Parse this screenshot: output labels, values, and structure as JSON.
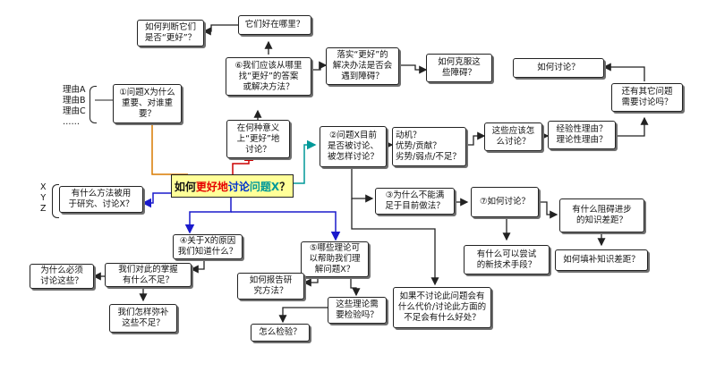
{
  "center": {
    "part1": "如何",
    "part2": "更好地",
    "part3": "讨论",
    "part4": "问题X",
    "part5": "？"
  },
  "nodes": {
    "judge": "如何判断它们\n是否“更好”？",
    "where_better": "它们好在哪里？",
    "q6": "⑥我们应该从哪里\n找“更好”的答案\n或解决方法？",
    "implement": "落实“更好”的\n解决办法是否会\n遇到障碍？",
    "overcome": "如何克服这\n些障碍？",
    "how_discuss_top": "如何讨论？",
    "other_issues": "还有其它问题\n需要讨论吗？",
    "q1": "①问题X为什么\n重要、对谁重\n要？",
    "meaning": "在何种意义\n上“更好”地\n讨论？",
    "q2": "②问题X目前\n是否被讨论、\n被怎样讨论？",
    "motive": "动机？\n优势/贡献？\n劣势/弱点/不足？",
    "how_these": "这些应该怎\n么讨论？",
    "reasons": "经验性理由？\n理论性理由？",
    "methods": "有什么方法被用\n于研究、讨论X？",
    "q3": "③为什么不能满\n足于目前做法？",
    "q7": "⑦如何讨论？",
    "obstacles": "有什么阻碍进步\n的知识差距？",
    "new_tech": "有什么可以尝试\n的新技术手段？",
    "fill_gap": "如何填补知识差距？",
    "q4": "④关于X的原因\n我们知道什么？",
    "q5": "⑤哪些理论可\n以帮助我们理\n解问题X？",
    "why_must": "为什么必须\n讨论这些？",
    "mastery": "我们对此的掌握\n有什么不足？",
    "remedy": "我们怎样弥补\n这些不足？",
    "report": "如何报告研\n究方法？",
    "theories_test": "这些理论需\n要检验吗？",
    "how_test": "怎么检验？",
    "cost": "如果不讨论此问题会有\n什么代价/讨论此方面的\n不足会有什么好处？"
  },
  "labels": {
    "reasons_list": "理由A\n理由B\n理由C\n……",
    "xyz_list": "X\nY\nZ"
  },
  "colors": {
    "center_fill": "#ffff99",
    "highlight_red": "#e60000",
    "highlight_blue": "#0033cc",
    "highlight_teal": "#009999",
    "branch_orange": "#d97a00",
    "branch_red": "#cc0000",
    "branch_blue": "#1a1acc",
    "branch_teal": "#009999"
  }
}
